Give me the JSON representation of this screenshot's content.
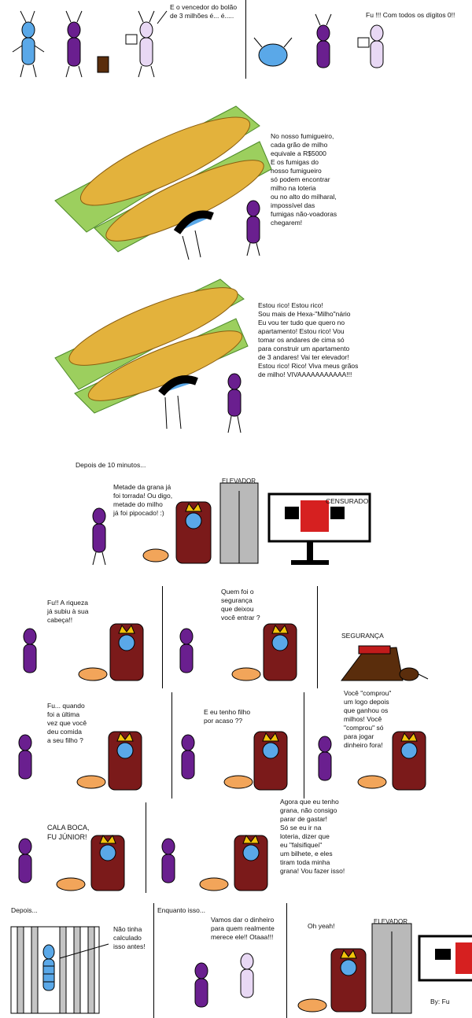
{
  "comic": {
    "p1": {
      "caption": "E o vencedor do bolão\nde 3 milhões é... é.....",
      "reply": "Fu !!! Com todos os dígitos 0!!"
    },
    "p2": {
      "caption": "No nosso fumigueiro,\ncada grão de milho\nequivale a R$5000\nE os fumigas do\nnosso fumigueiro\nsó podem encontrar\nmilho na loteria\nou no alto do milharal,\nimpossível das\nfumigas não-voadoras\nchegarem!"
    },
    "p3": {
      "caption": "Estou rico! Estou rico!\nSou mais de Hexa-\"Milho\"nário\nEu vou ter tudo que quero no\napartamento! Estou rico! Vou\ntomar os andares de cima só\npara construir um apartamento\nde 3 andares! Vai ter elevador!\nEstou rico! Rico! Viva meus grãos\nde milho! VIVAAAAAAAAAAA!!!"
    },
    "p4": {
      "time_caption": "Depois de 10 minutos...",
      "speech": "Metade da grana já\nfoi torrada! Ou digo,\nmetade do milho\njá foi pipocado! :)",
      "elevator_label": "ELEVADOR",
      "tv_label": "CENSURADO"
    },
    "p5": {
      "speech": "Fu!! A riqueza\njá subiu à sua\ncabeça!!"
    },
    "p6": {
      "speech": "Quem foi o\nsegurança\nque deixou\nvocê entrar ?"
    },
    "p7": {
      "label": "SEGURANÇA"
    },
    "p8": {
      "speech": "Fu... quando\nfoi a última\nvez que você\ndeu comida\na seu filho ?"
    },
    "p9": {
      "speech": "E eu tenho filho\npor acaso ??"
    },
    "p10": {
      "speech": "Você \"comprou\"\num logo depois\nque ganhou os\nmilhos! Você\n\"comprou\" só\npara jogar\ndinheiro fora!"
    },
    "p11": {
      "speech": "CALA BOCA,\nFU JÚNIOR!"
    },
    "p12": {
      "speech": "Agora que eu tenho\ngrana, não consigo\nparar de gastar!\nSó se eu ir na\nloteria, dizer que\neu \"falsifiquei\"\num bilhete, e eles\ntiram toda minha\ngrana! Vou fazer isso!"
    },
    "p13": {
      "time_caption": "Depois...",
      "speech": "Não tinha\ncalculado\nisso antes!"
    },
    "p14": {
      "time_caption": "Enquanto isso...",
      "speech": "Vamos dar o dinheiro\npara quem realmente\nmerece ele!! Otaaa!!!"
    },
    "p15": {
      "speech": "Oh yeah!",
      "elevator_label": "ELEVADOR",
      "signature": "By: Fu"
    }
  },
  "colors": {
    "purple": "#6a1f8f",
    "blue": "#5aa8e8",
    "lilac": "#e8d8f4",
    "corn_yellow": "#e3b23c",
    "husk_green": "#9ccf5e",
    "throne_red": "#7b1a1a",
    "crown_gold": "#f2c20b",
    "elevator_gray": "#b9b9b9",
    "tv_red": "#d62020"
  }
}
